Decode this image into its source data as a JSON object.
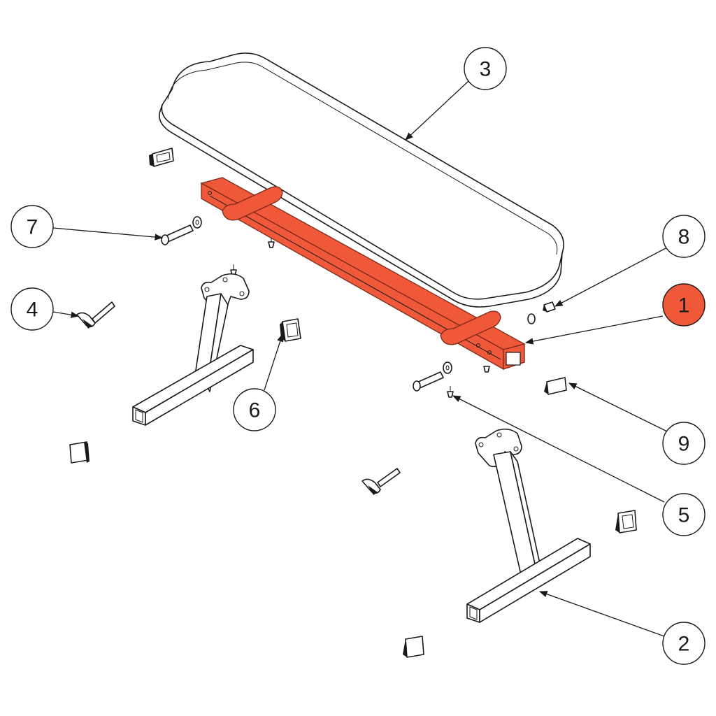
{
  "colors": {
    "highlight": "#f0583a",
    "highlight_stroke": "#7a2a18",
    "line": "#1a1a1a",
    "background": "#ffffff"
  },
  "callouts": [
    {
      "id": "1",
      "label": "1",
      "highlighted": true
    },
    {
      "id": "2",
      "label": "2",
      "highlighted": false
    },
    {
      "id": "3",
      "label": "3",
      "highlighted": false
    },
    {
      "id": "4",
      "label": "4",
      "highlighted": false
    },
    {
      "id": "5",
      "label": "5",
      "highlighted": false
    },
    {
      "id": "6",
      "label": "6",
      "highlighted": false
    },
    {
      "id": "7",
      "label": "7",
      "highlighted": false
    },
    {
      "id": "8",
      "label": "8",
      "highlighted": false
    },
    {
      "id": "9",
      "label": "9",
      "highlighted": false
    }
  ]
}
